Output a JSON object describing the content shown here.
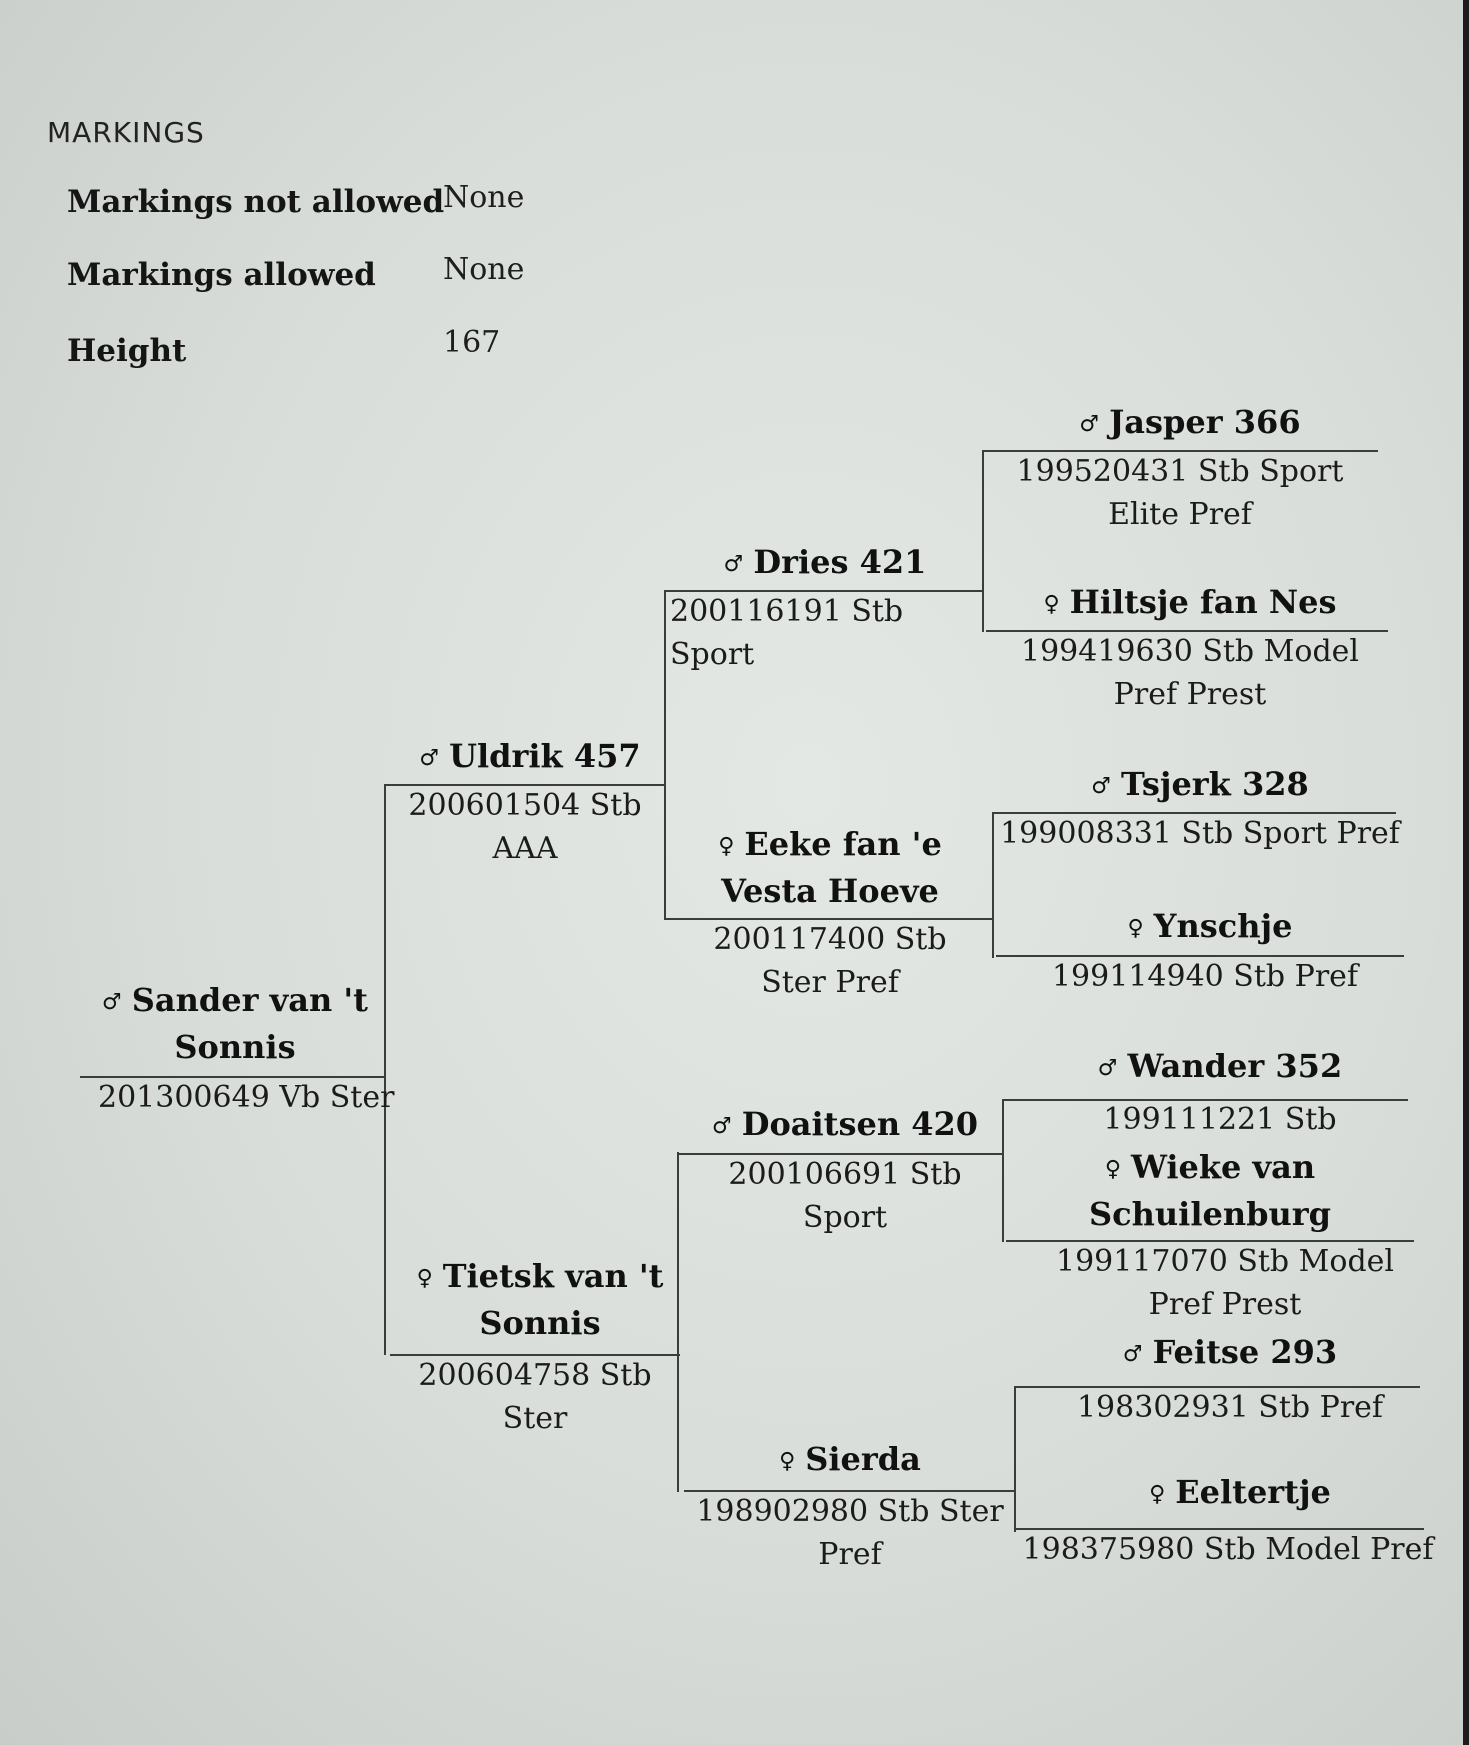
{
  "markings": {
    "title": "MARKINGS",
    "rows": [
      {
        "label": "Markings not allowed",
        "value": "None"
      },
      {
        "label": "Markings allowed",
        "value": "None"
      },
      {
        "label": "Height",
        "value": "167"
      }
    ]
  },
  "symbols": {
    "male": "♂",
    "female": "♀"
  },
  "pedigree": {
    "subject": {
      "name": "Sander van 't Sonnis",
      "reg": "201300649 Vb Ster"
    },
    "sire": {
      "name": "Uldrik 457",
      "reg": "200601504 Stb AAA"
    },
    "dam": {
      "name": "Tietsk van 't Sonnis",
      "reg": "200604758 Stb Ster"
    },
    "sire_sire": {
      "name": "Dries 421",
      "reg": "200116191 Stb Sport"
    },
    "sire_dam": {
      "name": "Eeke fan 'e Vesta Hoeve",
      "reg": "200117400 Stb Ster Pref"
    },
    "dam_sire": {
      "name": "Doaitsen 420",
      "reg": "200106691 Stb Sport"
    },
    "dam_dam": {
      "name": "Sierda",
      "reg": "198902980 Stb Ster Pref"
    },
    "ss_sire": {
      "name": "Jasper 366",
      "reg": "199520431 Stb Sport Elite Pref"
    },
    "ss_dam": {
      "name": "Hiltsje fan Nes",
      "reg": "199419630 Stb Model Pref Prest"
    },
    "sd_sire": {
      "name": "Tsjerk 328",
      "reg": "199008331 Stb Sport Pref"
    },
    "sd_dam": {
      "name": "Ynschje",
      "reg": "199114940 Stb Pref"
    },
    "ds_sire": {
      "name": "Wander 352",
      "reg": "199111221 Stb"
    },
    "ds_dam": {
      "name": "Wieke van Schuilenburg",
      "reg": "199117070 Stb Model Pref Prest"
    },
    "dd_sire": {
      "name": "Feitse 293",
      "reg": "198302931 Stb Pref"
    },
    "dd_dam": {
      "name": "Eeltertje",
      "reg": "198375980 Stb Model Pref"
    }
  }
}
